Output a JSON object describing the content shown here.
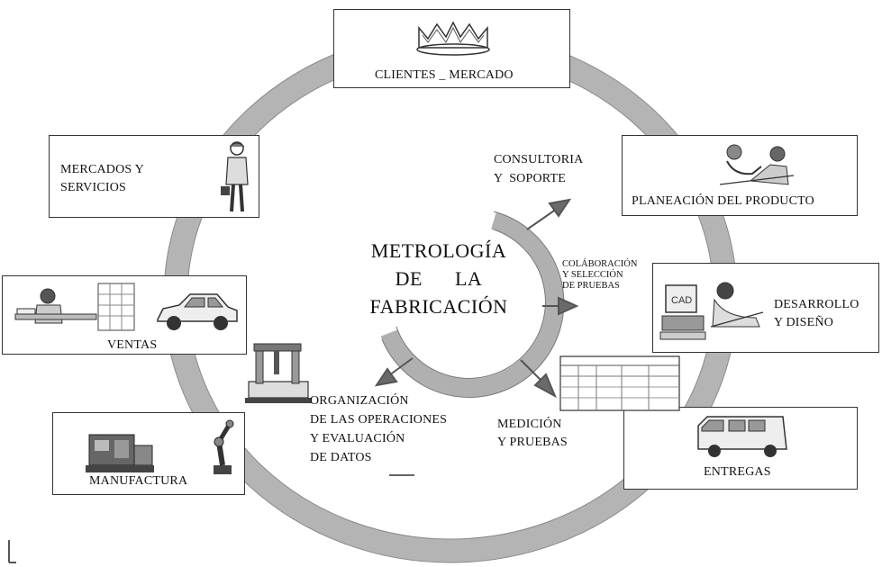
{
  "diagram": {
    "center_title": [
      "METROLOGÍA",
      "DE      LA",
      "FABRICACIÓN"
    ],
    "nodes": {
      "clientes": "CLIENTES _ MERCADO",
      "mercados": [
        "MERCADOS Y",
        "SERVICIOS"
      ],
      "planeacion": "PLANEACIÓN DEL PRODUCTO",
      "ventas": "VENTAS",
      "desarrollo": [
        "DESARROLLO",
        "Y DISEÑO"
      ],
      "manufactura": "MANUFACTURA",
      "entregas": "ENTREGAS"
    },
    "inner_labels": {
      "consultoria": [
        "CONSULTORIA",
        "Y  SOPORTE"
      ],
      "colaboracion": [
        "COLÁBORACIÓN",
        "Y SELECCIÓN",
        "DE PRUEBAS"
      ],
      "medicion": [
        "MEDICIÓN",
        "Y PRUEBAS"
      ],
      "organizacion": [
        "ORGANIZACIÓN",
        "DE LAS OPERACIONES",
        "Y EVALUACIÓN",
        "DE DATOS"
      ]
    },
    "illustrations": [
      "crown-icon",
      "worker-icon",
      "handshake-icon",
      "office-desk-icon",
      "car-icon",
      "cad-workstation-icon",
      "machine-tool-icon",
      "robot-arm-icon",
      "measuring-machine-icon",
      "report-form-icon",
      "van-icon"
    ]
  }
}
